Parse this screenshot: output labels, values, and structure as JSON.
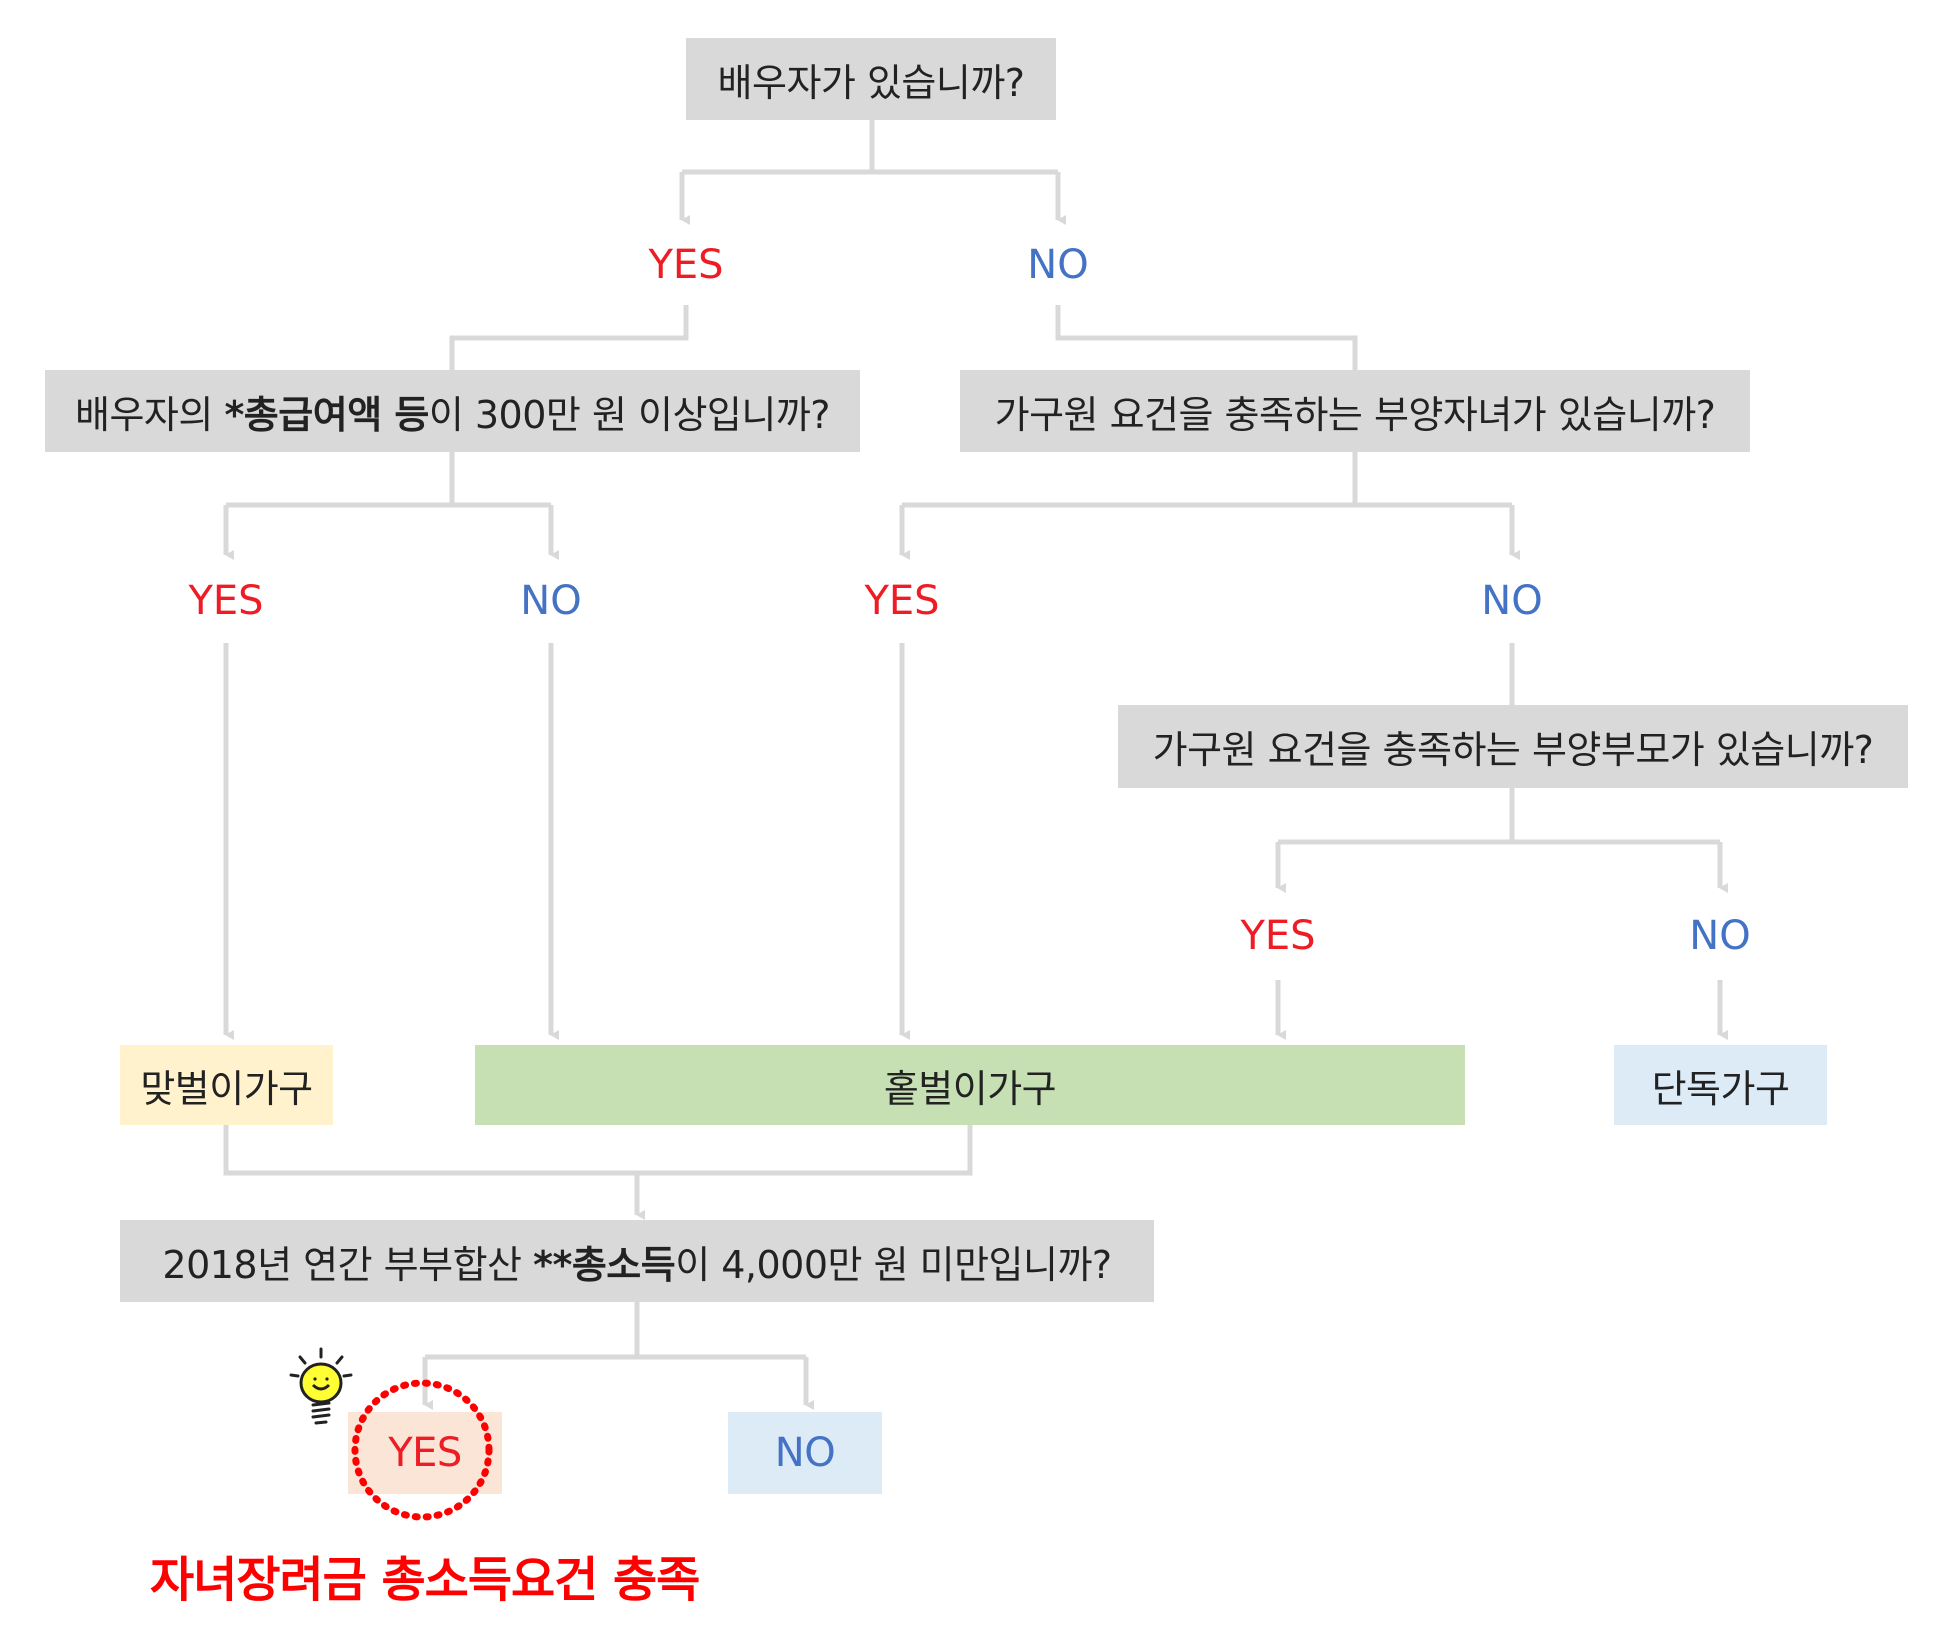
{
  "q1": "배우자가 있습니까?",
  "q2": {
    "pre": "배우자의 ",
    "bold": "*총급여액 등",
    "post": "이 300만 원 이상입니까?"
  },
  "q3": "가구원 요건을 충족하는 부양자녀가 있습니까?",
  "q4": "가구원 요건을 충족하는 부양부모가 있습니까?",
  "q5": {
    "pre": "2018년 연간 부부합산 ",
    "bold": "**총소득",
    "post": "이 4,000만 원 미만입니까?"
  },
  "yes": "YES",
  "no": "NO",
  "outcomes": {
    "dual": "맞벌이가구",
    "single": "홑벌이가구",
    "alone": "단독가구"
  },
  "result": "자녀장려금 총소득요건 충족",
  "colors": {
    "yes": "#ee1c25",
    "no": "#4472c4",
    "line": "#d9d9d9",
    "highlight": "#ff0000"
  },
  "icons": [
    "lightbulb-icon"
  ]
}
